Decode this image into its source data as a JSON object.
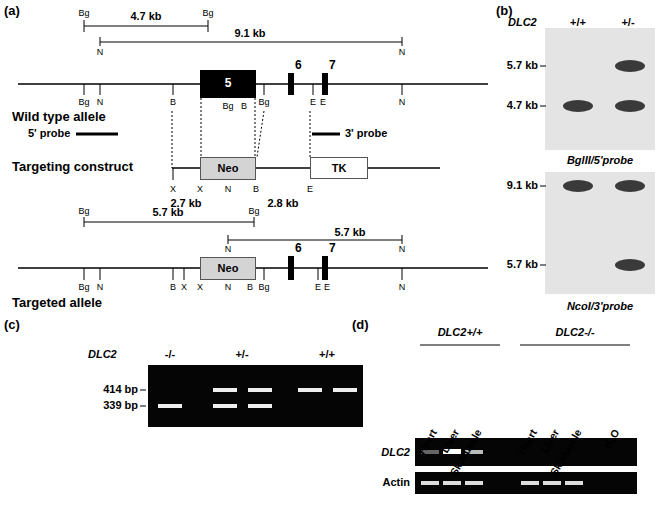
{
  "diagram": {
    "nodes": [
      {
        "text": [
          "5"
        ]
      },
      {
        "text": [
          "6"
        ]
      },
      {
        "text": [
          "7"
        ]
      },
      {
        "text": [
          "Neo"
        ]
      },
      {
        "text": [
          "TK"
        ]
      },
      {
        "text": [
          "Neo"
        ]
      },
      {
        "text": [
          "6"
        ]
      },
      {
        "text": [
          "7"
        ]
      }
    ],
    "edges": [
      {
        "from": 0,
        "to": 3,
        "arrow": "none"
      },
      {
        "from": 0,
        "to": 3,
        "arrow": "none"
      }
    ],
    "labels": [
      "(a)",
      "Bg",
      "4.7 kb",
      "Bg",
      "9.1 kb",
      "N",
      "N",
      "Bg",
      "N",
      "B",
      "Bg",
      "B",
      "Bg",
      "E",
      "E",
      "N",
      "Wild type allele",
      "5' probe",
      "3' probe",
      "X",
      "X",
      "N",
      "B",
      "E",
      "Targeting construct",
      "2.7 kb",
      "2.8 kb",
      "Bg",
      "5.7 kb",
      "Bg",
      "5.7 kb",
      "N",
      "N",
      "Bg",
      "N",
      "B",
      "X",
      "X",
      "N",
      "B",
      "Bg",
      "E",
      "E",
      "N",
      "Targeted allele",
      "(b)",
      "DLC2",
      "+/+",
      "+/-",
      "5.7 kb",
      "4.7 kb",
      "BglII/5'probe",
      "9.1 kb",
      "5.7 kb",
      "NcoI/3'probe",
      "(c)",
      "DLC2",
      "-/-",
      "+/-",
      "+/+",
      "414 bp",
      "339 bp",
      "(d)",
      "DLC2+/+",
      "DLC2-/-",
      "Heart",
      "Liver",
      "Sk.Muscle",
      "Heart",
      "Liver",
      "Sk.Muscle",
      "H₂O",
      "DLC2",
      "Actin"
    ]
  }
}
